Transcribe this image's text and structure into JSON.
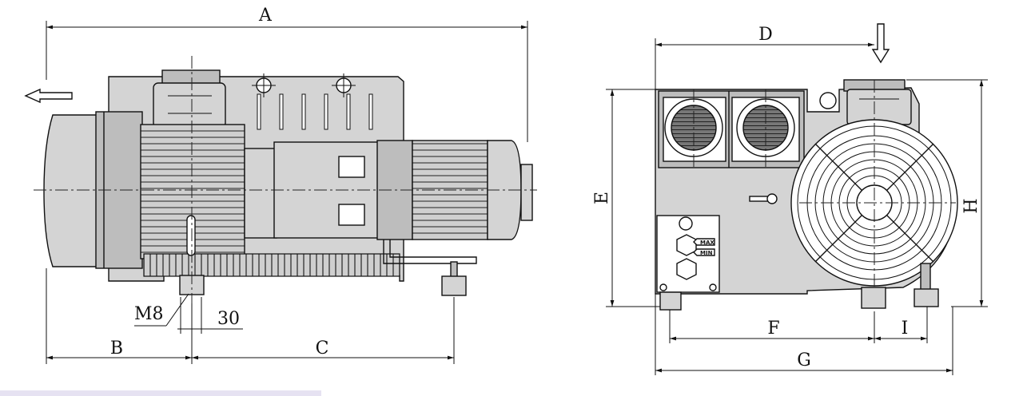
{
  "diagram": {
    "labels": {
      "A": "A",
      "B": "B",
      "C": "C",
      "D": "D",
      "E": "E",
      "F": "F",
      "G": "G",
      "H": "H",
      "I": "I",
      "M8": "M8",
      "dim30": "30",
      "ind_max": "MAX",
      "ind_min": "MIN"
    }
  }
}
